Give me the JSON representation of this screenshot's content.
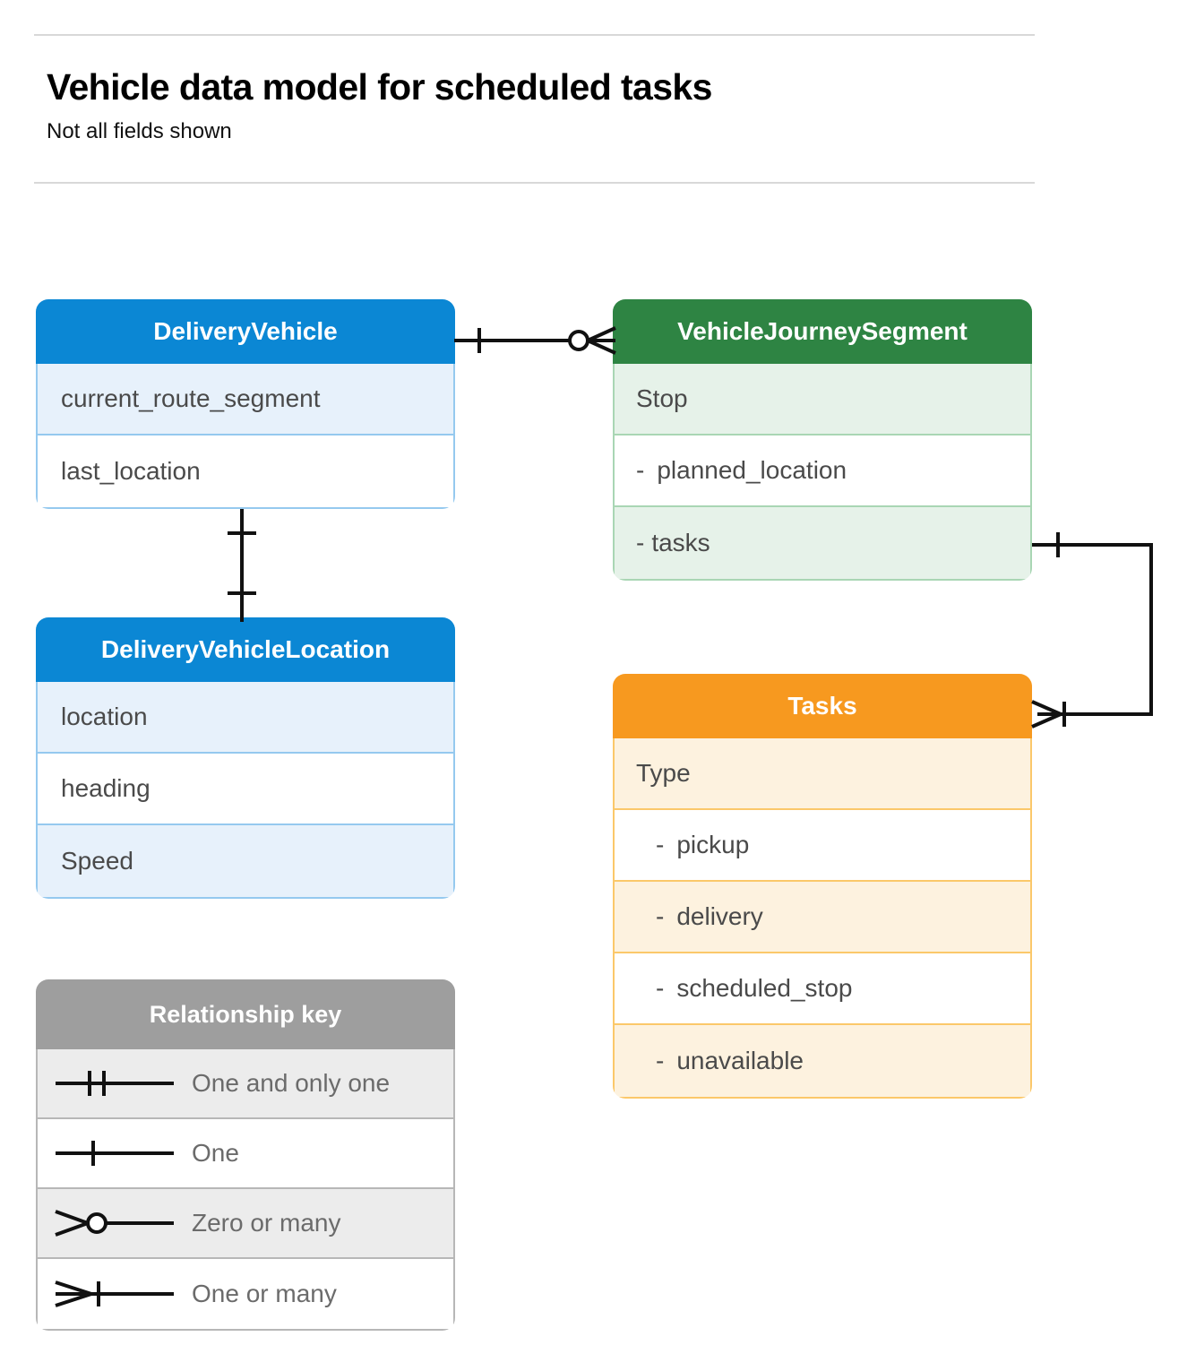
{
  "header": {
    "title": "Vehicle data model for scheduled tasks",
    "subtitle": "Not all fields shown"
  },
  "colors": {
    "blue_header": "#0b87d4",
    "blue_border": "#95c9ef",
    "blue_row_alt": "#e7f1fb",
    "green_header": "#2e8443",
    "green_border": "#a9d6b4",
    "green_row_alt": "#e6f2e9",
    "orange_header": "#f7991f",
    "orange_border": "#fbc86a",
    "orange_row_alt": "#fdf2df",
    "legend_header": "#9e9e9e",
    "legend_border": "#b7b7b7",
    "legend_row_alt": "#ececec",
    "rule": "#d8d8d8",
    "row_text": "#4a4a4a",
    "legend_text": "#6b6b6b",
    "connector": "#111111"
  },
  "entities": {
    "delivery_vehicle": {
      "title": "DeliveryVehicle",
      "rows": [
        {
          "label": "current_route_segment"
        },
        {
          "label": "last_location"
        }
      ]
    },
    "vehicle_journey_segment": {
      "title": "VehicleJourneySegment",
      "rows": [
        {
          "label": "Stop"
        },
        {
          "label": "planned_location",
          "bullet": "-"
        },
        {
          "label": "tasks",
          "bullet": "-"
        }
      ]
    },
    "delivery_vehicle_location": {
      "title": "DeliveryVehicleLocation",
      "rows": [
        {
          "label": "location"
        },
        {
          "label": "heading"
        },
        {
          "label": "Speed"
        }
      ]
    },
    "tasks": {
      "title": "Tasks",
      "rows": [
        {
          "label": "Type"
        },
        {
          "label": "pickup",
          "bullet": "-"
        },
        {
          "label": "delivery",
          "bullet": "-"
        },
        {
          "label": "scheduled_stop",
          "bullet": "-"
        },
        {
          "label": "unavailable",
          "bullet": "-"
        }
      ]
    }
  },
  "legend": {
    "title": "Relationship key",
    "items": [
      {
        "label": "One and only one",
        "symbol": "one-and-only-one-icon"
      },
      {
        "label": "One",
        "symbol": "one-icon"
      },
      {
        "label": "Zero or many",
        "symbol": "zero-or-many-icon"
      },
      {
        "label": "One or many",
        "symbol": "one-or-many-icon"
      }
    ]
  },
  "relationships": [
    {
      "from": "DeliveryVehicle",
      "to": "VehicleJourneySegment",
      "from_cardinality": "One",
      "to_cardinality": "Zero or many"
    },
    {
      "from": "DeliveryVehicle",
      "to": "DeliveryVehicleLocation",
      "from_cardinality": "One",
      "to_cardinality": "One"
    },
    {
      "from": "VehicleJourneySegment.tasks",
      "to": "Tasks",
      "from_cardinality": "One",
      "to_cardinality": "One or many"
    }
  ]
}
